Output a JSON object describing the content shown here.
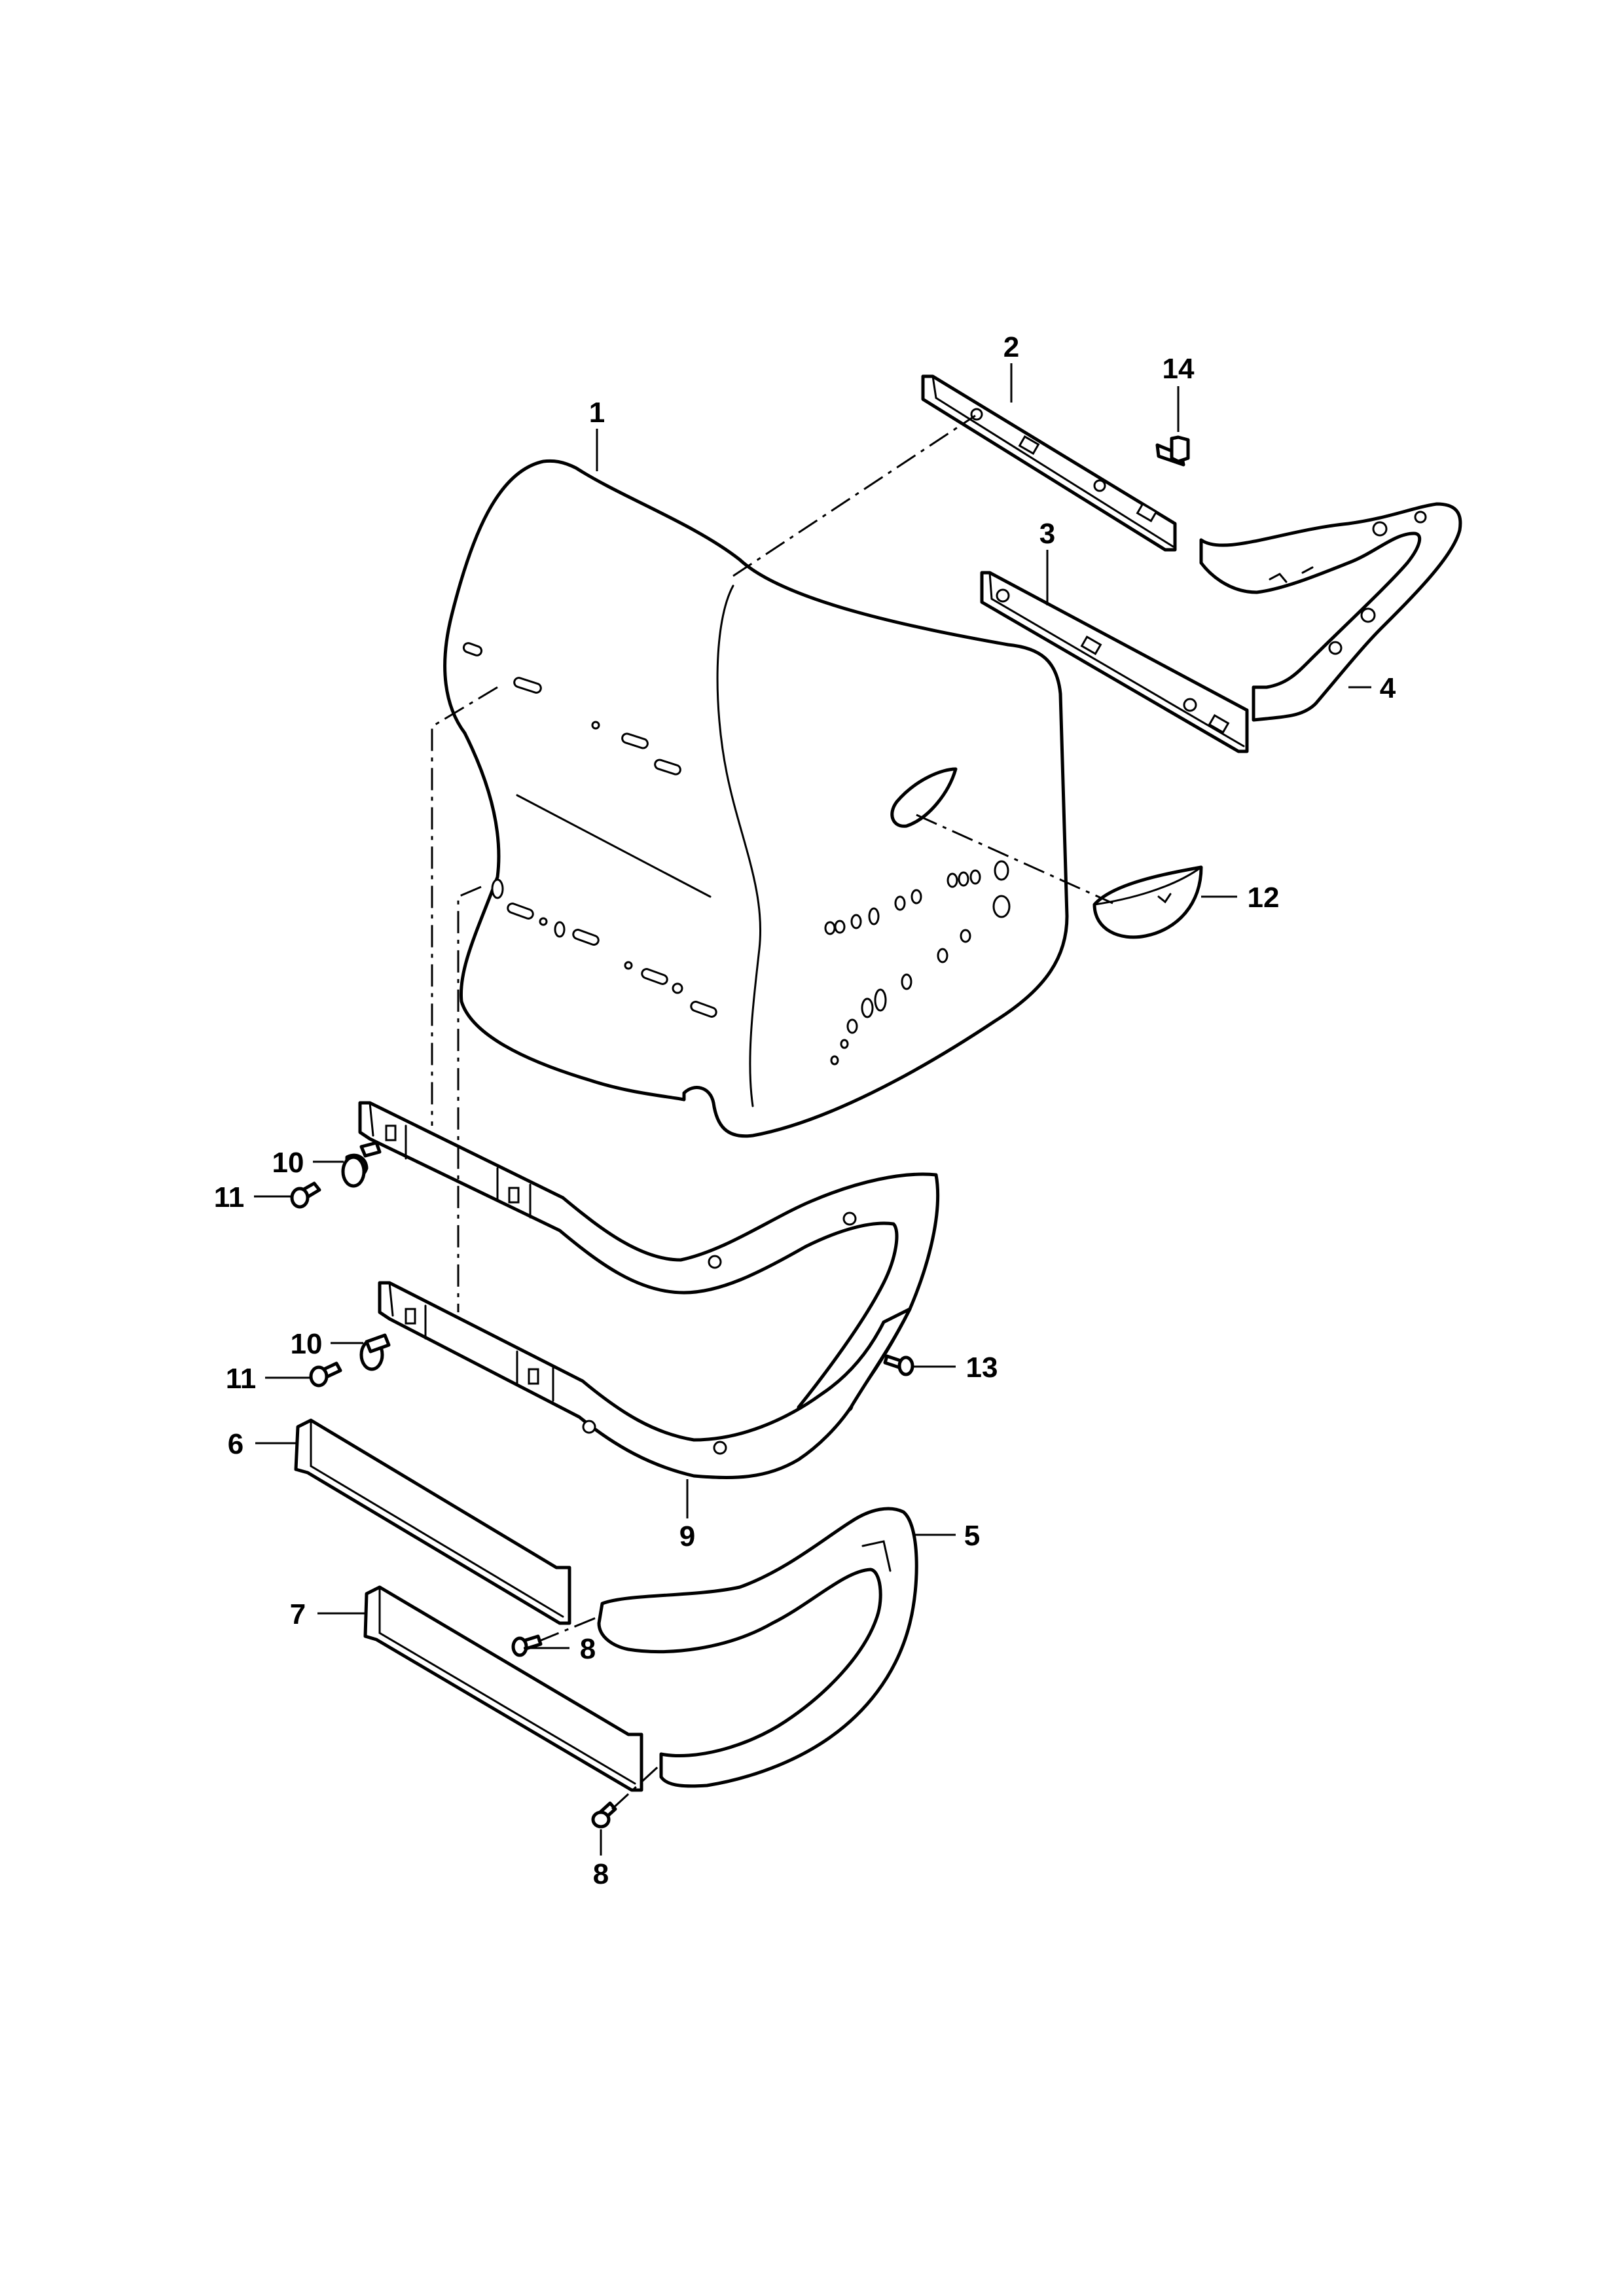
{
  "diagram": {
    "callouts": {
      "c1": "1",
      "c2": "2",
      "c3": "3",
      "c4": "4",
      "c5": "5",
      "c6": "6",
      "c7": "7",
      "c8a": "8",
      "c8b": "8",
      "c9": "9",
      "c10a": "10",
      "c10b": "10",
      "c11a": "11",
      "c11b": "11",
      "c12": "12",
      "c13": "13",
      "c14": "14"
    }
  }
}
